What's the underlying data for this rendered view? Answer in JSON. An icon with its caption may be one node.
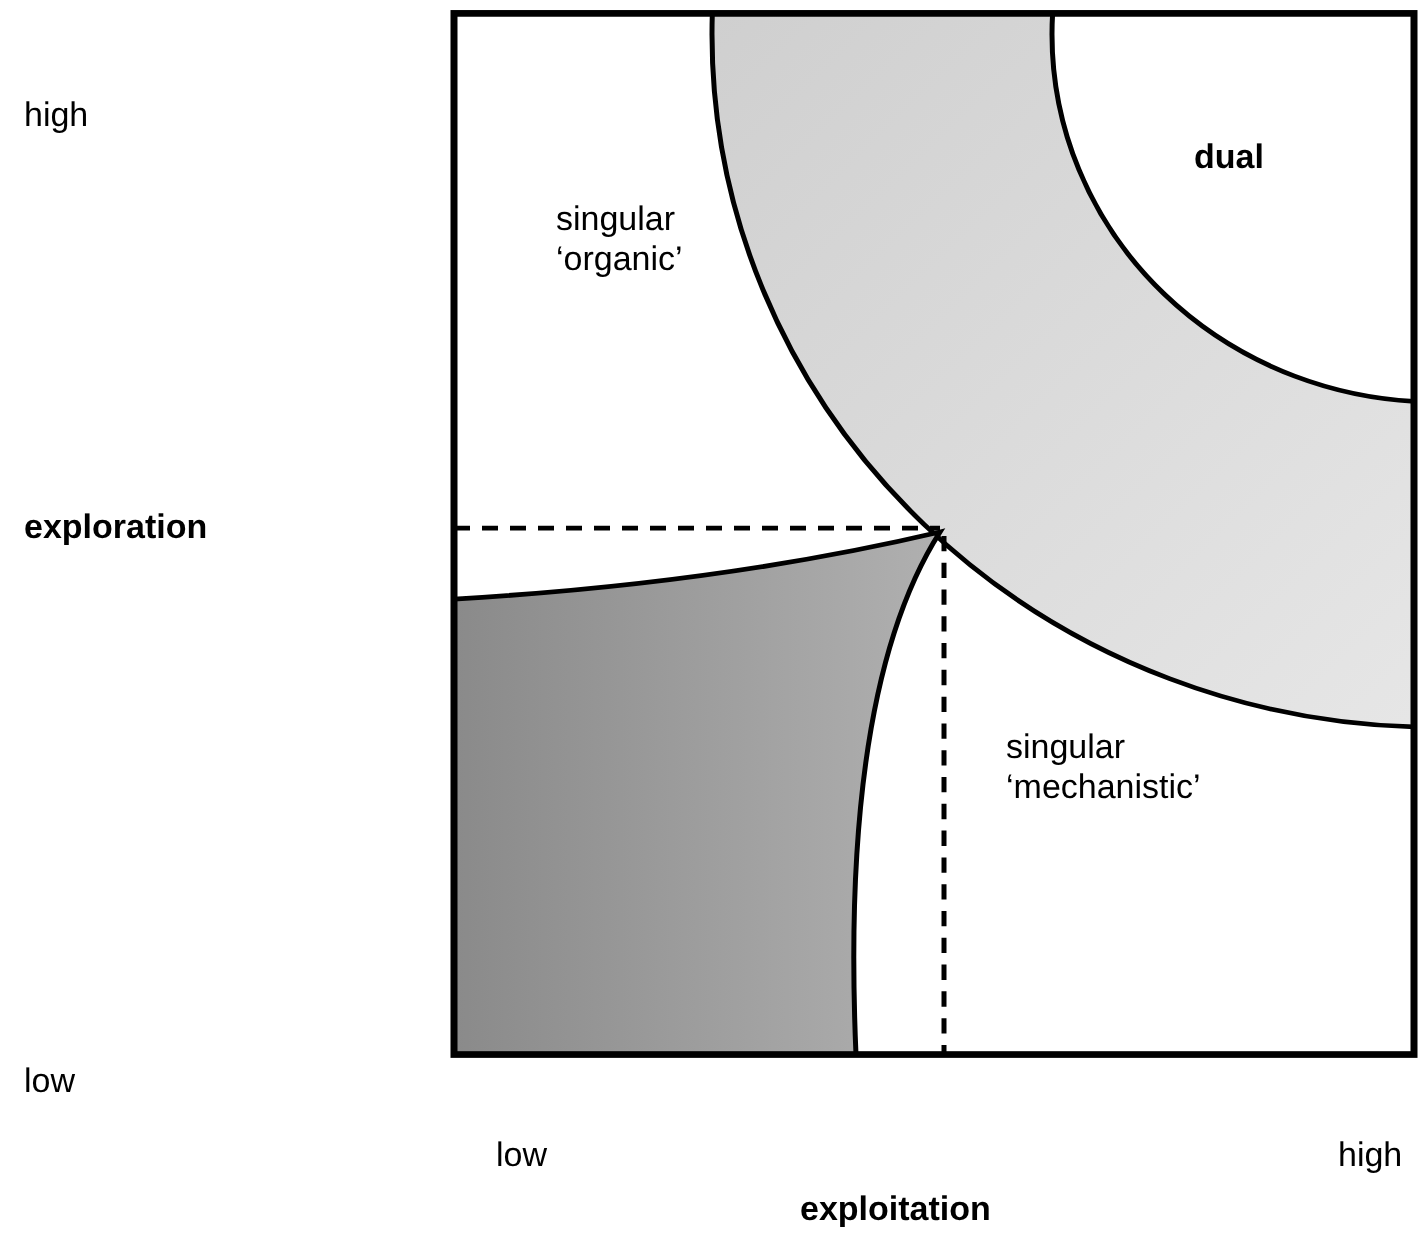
{
  "diagram": {
    "labels": [
      "high",
      "dual",
      "singular ‘organic’",
      "exploration",
      "singular ‘mechanistic’",
      "low",
      "low",
      "high",
      "exploitation"
    ]
  }
}
